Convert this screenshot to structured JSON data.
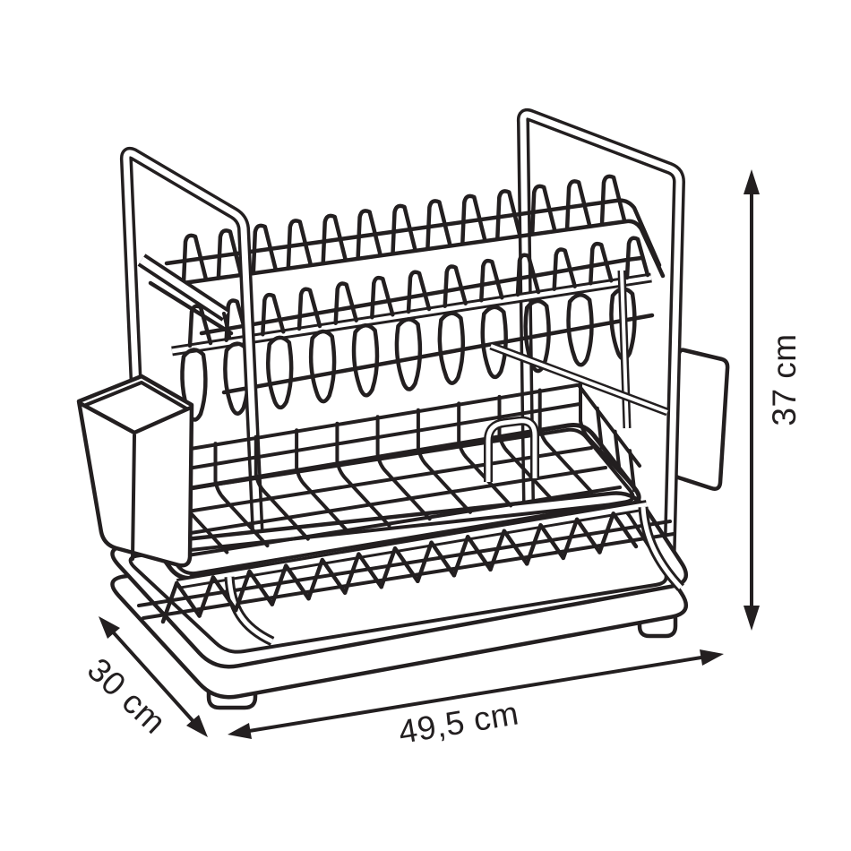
{
  "diagram": {
    "subject": "two-tier dish drying rack dimension drawing",
    "colors": {
      "ink": "#231f20",
      "background": "#ffffff"
    },
    "dimensions": {
      "height": {
        "label": "37 cm",
        "value": "37",
        "unit": "cm"
      },
      "width": {
        "label": "49,5 cm",
        "value": "49,5",
        "unit": "cm"
      },
      "depth": {
        "label": "30 cm",
        "value": "30",
        "unit": "cm"
      }
    }
  }
}
